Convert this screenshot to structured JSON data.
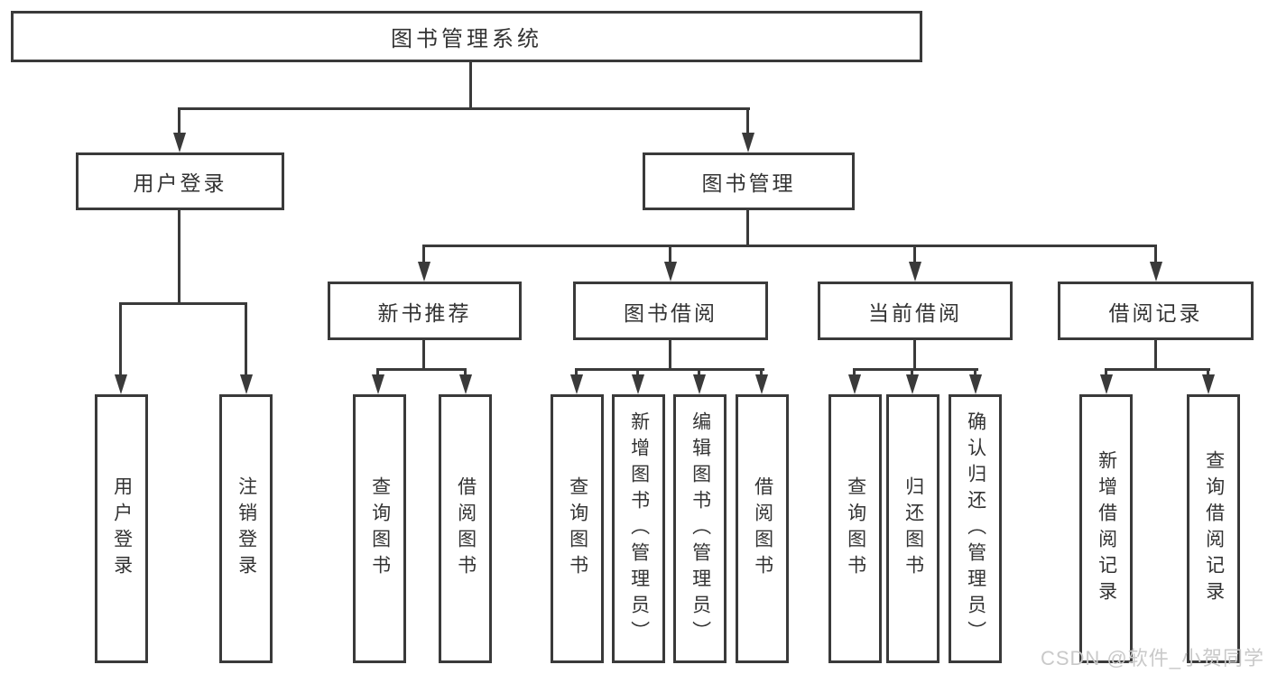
{
  "diagram": {
    "root": {
      "label": "图书管理系统"
    },
    "level2": [
      {
        "label": "用户登录"
      },
      {
        "label": "图书管理"
      }
    ],
    "level3": [
      {
        "label": "新书推荐",
        "parent": "图书管理"
      },
      {
        "label": "图书借阅",
        "parent": "图书管理"
      },
      {
        "label": "当前借阅",
        "parent": "图书管理"
      },
      {
        "label": "借阅记录",
        "parent": "图书管理"
      }
    ],
    "leaves": [
      {
        "label": "用户登录",
        "parent": "用户登录"
      },
      {
        "label": "注销登录",
        "parent": "用户登录"
      },
      {
        "label": "查询图书",
        "parent": "新书推荐"
      },
      {
        "label": "借阅图书",
        "parent": "新书推荐"
      },
      {
        "label": "查询图书",
        "parent": "图书借阅"
      },
      {
        "label": "新增图书（管理员）",
        "parent": "图书借阅"
      },
      {
        "label": "编辑图书（管理员）",
        "parent": "图书借阅"
      },
      {
        "label": "借阅图书",
        "parent": "图书借阅"
      },
      {
        "label": "查询图书",
        "parent": "当前借阅"
      },
      {
        "label": "归还图书",
        "parent": "当前借阅"
      },
      {
        "label": "确认归还（管理员）",
        "parent": "当前借阅"
      },
      {
        "label": "新增借阅记录",
        "parent": "借阅记录"
      },
      {
        "label": "查询借阅记录",
        "parent": "借阅记录"
      }
    ]
  },
  "watermark": {
    "text": "CSDN @软件_小贺同学"
  },
  "colors": {
    "line": "#3a3a3a",
    "text": "#333333",
    "watermark": "#c9c9c9",
    "background": "#ffffff"
  }
}
